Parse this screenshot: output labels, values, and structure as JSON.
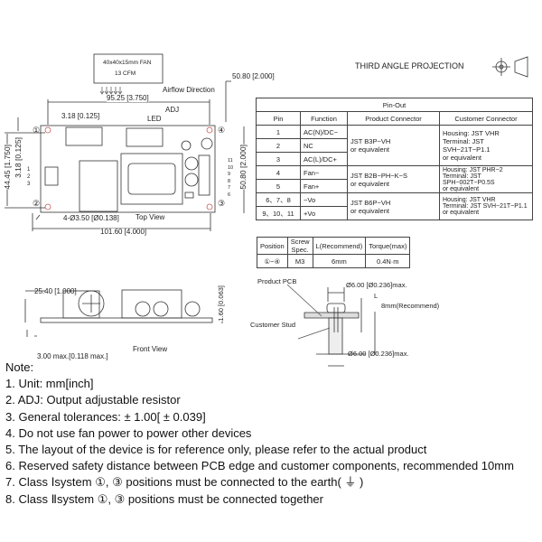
{
  "top_view": {
    "fan_label": "40x40x15mm FAN",
    "fan_cfm": "13 CFM",
    "airflow": "Airflow Direction",
    "dim_width_holes": "95.25 [3.750]",
    "dim_height_total": "50.80 [2.000]",
    "dim_offset": "3.18 [0.125]",
    "led": "LED",
    "adj": "ADJ",
    "dim_height_holes": "44.45 [1.750]",
    "dim_offset_v": "3.18 [0.125]",
    "dim_height_right": "50.80 [2.000]",
    "holes": "4-Ø3.50 [Ø0.138]",
    "caption": "Top View",
    "dim_width_total": "101.60 [4.000]",
    "pins_left": [
      "1",
      "2",
      "3"
    ],
    "pins_right": [
      "11",
      "10",
      "9",
      "8",
      "7",
      "6"
    ],
    "positions": [
      "①",
      "②",
      "③",
      "④"
    ]
  },
  "projection": {
    "title": "THIRD ANGLE PROJECTION"
  },
  "pinout": {
    "title": "Pin-Out",
    "headers": [
      "Pin",
      "Function",
      "Product Connector",
      "Customer Connector"
    ],
    "rows": [
      {
        "pin": "1",
        "function": "AC(N)/DC−"
      },
      {
        "pin": "2",
        "function": "NC"
      },
      {
        "pin": "3",
        "function": "AC(L)/DC+"
      },
      {
        "pin": "4",
        "function": "Fan−"
      },
      {
        "pin": "5",
        "function": "Fan+"
      },
      {
        "pin": "6、7、8",
        "function": "−Vo"
      },
      {
        "pin": "9、10、11",
        "function": "+Vo"
      }
    ],
    "groups": [
      {
        "product": [
          "JST B3P−VH",
          "or equivalent"
        ],
        "customer": [
          "Housing: JST VHR",
          "Terminal: JST SVH−21T−P1.1",
          "or equivalent"
        ]
      },
      {
        "product": [
          "JST B2B−PH−K−S",
          "or equivalent"
        ],
        "customer": [
          "Housing: JST PHR−2",
          "Terminal: JST SPH−002T−P0.5S",
          "or equivalent"
        ]
      },
      {
        "product": [
          "JST B6P−VH",
          "or equivalent"
        ],
        "customer": [
          "Housing: JST VHR",
          "Terminal: JST SVH−21T−P1.1",
          "or equivalent"
        ]
      }
    ]
  },
  "screw": {
    "headers": [
      "Position",
      "Screw Spec.",
      "L(Recommend)",
      "Torque(max)"
    ],
    "row": [
      "①−④",
      "M3",
      "6mm",
      "0.4N·m"
    ]
  },
  "front_view": {
    "dim_height": "25.40 [1.000]",
    "dim_pcb": "1.60 [0.063]",
    "dim_bottom": "3.00 max.[0.118 max.]",
    "caption": "Front View"
  },
  "mount": {
    "product_pcb": "Product PCB",
    "dia_top": "Ø6.00 [Ø0.236]max.",
    "l": "L",
    "recommend": "8mm(Recommend)",
    "stud": "Customer Stud",
    "dia_bottom": "Ø6.00 [Ø0.236]max."
  },
  "notes": [
    "Note:",
    "1. Unit: mm[inch]",
    "2. ADJ: Output adjustable resistor",
    "3. General tolerances: ± 1.00[ ± 0.039]",
    "4. Do not use fan power to power other devices",
    "5. The layout of the device is for reference only, please refer to the actual product",
    "6. Reserved safety distance between PCB edge and customer components, recommended 10mm",
    "7. Class Ⅰsystem ①, ③ positions must be connected to the earth( ⏚ )",
    "8. Class Ⅱsystem ①, ③ positions must be connected together"
  ]
}
